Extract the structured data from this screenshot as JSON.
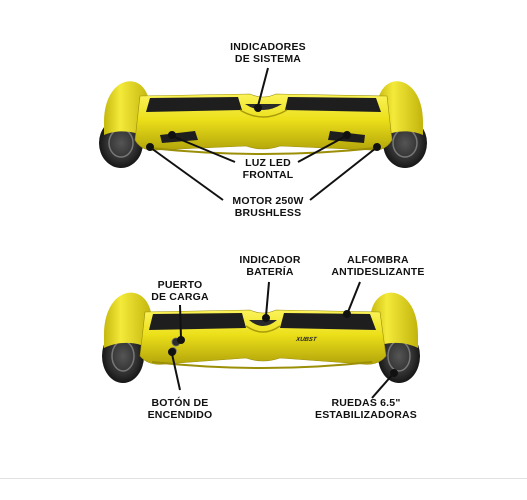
{
  "top_board": {
    "callouts": [
      {
        "key": "indicators",
        "lines": [
          "INDICADORES",
          "DE SISTEMA"
        ]
      },
      {
        "key": "led",
        "lines": [
          "LUZ LED",
          "FRONTAL"
        ]
      },
      {
        "key": "motor",
        "lines": [
          "MOTOR 250W",
          "BRUSHLESS"
        ]
      }
    ]
  },
  "bottom_board": {
    "brand_text": "XUBST",
    "callouts": [
      {
        "key": "charge_port",
        "lines": [
          "PUERTO",
          "DE CARGA"
        ]
      },
      {
        "key": "battery",
        "lines": [
          "INDICADOR",
          "BATERÍA"
        ]
      },
      {
        "key": "mat",
        "lines": [
          "ALFOMBRA",
          "ANTIDESLIZANTE"
        ]
      },
      {
        "key": "power_button",
        "lines": [
          "BOTÓN DE",
          "ENCENDIDO"
        ]
      },
      {
        "key": "wheels",
        "lines": [
          "RUEDAS 6.5\"",
          "ESTABILIZADORAS"
        ]
      }
    ]
  },
  "colors": {
    "body_yellow": "#ece01a",
    "body_shadow": "#b7a80c",
    "tire": "#2a2a2a",
    "mat": "#1e1e1e"
  }
}
